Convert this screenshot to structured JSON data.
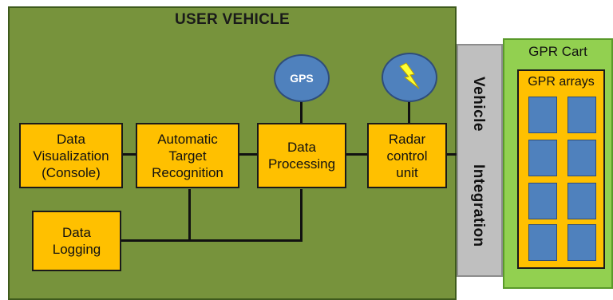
{
  "diagram": {
    "vehicle_title": "USER VEHICLE",
    "boxes": {
      "data_visualization": "Data\nVisualization\n(Console)",
      "automatic_target_recognition": "Automatic\nTarget\nRecognition",
      "data_processing": "Data\nProcessing",
      "radar_control_unit": "Radar\ncontrol\nunit",
      "data_logging": "Data\nLogging"
    },
    "gps_label": "GPS",
    "radar_icon": "lightning-bolt-icon",
    "integration_top": "Vehicle",
    "integration_bottom": "Integration",
    "cart_title": "GPR Cart",
    "arrays_label": "GPR arrays",
    "array_count": 8,
    "colors": {
      "vehicle_bg": "#77933c",
      "box_fill": "#ffc000",
      "circle_fill": "#4f81bd",
      "integration_bg": "#bfbfbf",
      "cart_bg": "#92d050",
      "array_cell": "#4f81bd"
    }
  }
}
